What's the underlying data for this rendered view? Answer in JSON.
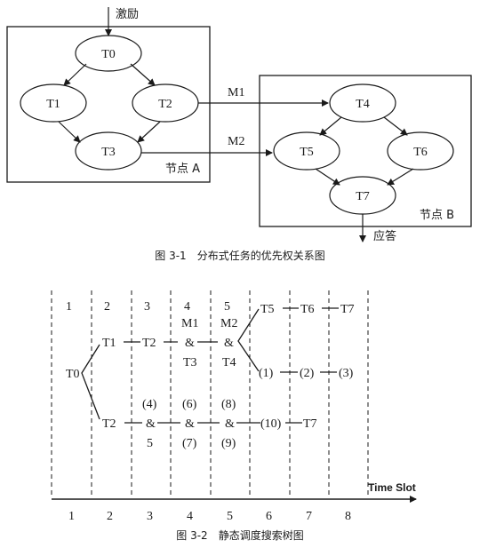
{
  "fig1": {
    "stimulus": "激励",
    "response": "应答",
    "node_a_label": "节点 A",
    "node_b_label": "节点 B",
    "tasks": [
      "T0",
      "T1",
      "T2",
      "T3",
      "T4",
      "T5",
      "T6",
      "T7"
    ],
    "messages": [
      "M1",
      "M2"
    ],
    "caption": "图 3-1　分布式任务的优先权关系图"
  },
  "fig2": {
    "slot_headers": [
      "1",
      "2",
      "3",
      "4",
      "5"
    ],
    "axis_ticks": [
      "1",
      "2",
      "3",
      "4",
      "5",
      "6",
      "7",
      "8"
    ],
    "axis_label": "Time Slot",
    "upper_path": {
      "t0": "T0",
      "t1": "T1",
      "t2": "T2",
      "m1": "M1",
      "amp4": "&",
      "t3": "T3",
      "m2": "M2",
      "amp5": "&",
      "t4": "T4",
      "t5": "T5",
      "t6": "T6",
      "t7": "T7",
      "p1": "(1)",
      "p2": "(2)",
      "p3": "(3)"
    },
    "lower_path": {
      "t2": "T2",
      "p4": "(4)",
      "amp3": "&",
      "v5": "5",
      "p6": "(6)",
      "amp4": "&",
      "p7": "(7)",
      "p8": "(8)",
      "amp5": "&",
      "p9": "(9)",
      "p10": "(10)",
      "t7": "T7"
    },
    "caption": "图 3-2　静态调度搜索树图"
  }
}
